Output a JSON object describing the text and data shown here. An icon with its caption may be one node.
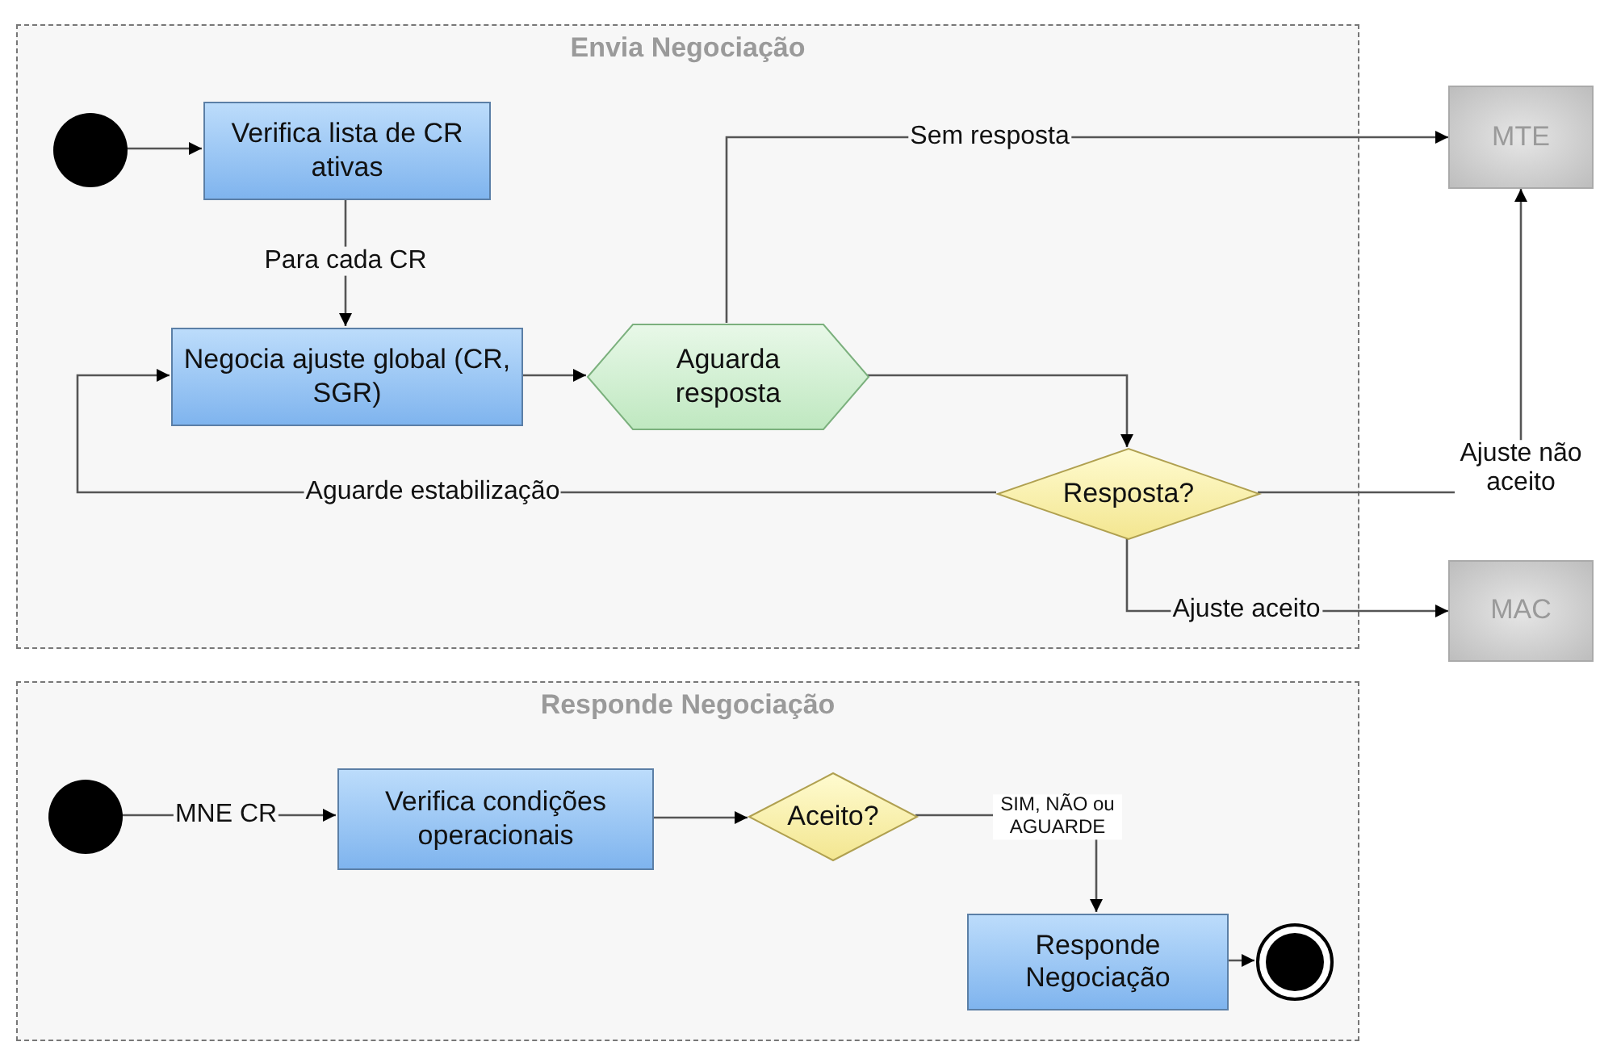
{
  "diagram": {
    "nodes": [
      {
        "text": [
          "Envia Negociação"
        ]
      },
      {
        "text": [],
        "shape": "circle",
        "in": 0
      },
      {
        "text": [
          "Verifica lista de CR ativas"
        ],
        "in": 0
      },
      {
        "text": [
          "Negocia ajuste global (CR, SGR)"
        ],
        "in": 0
      },
      {
        "text": [
          "Aguarda resposta"
        ],
        "in": 0
      },
      {
        "text": [
          "Resposta?"
        ],
        "in": 0
      },
      {
        "text": [
          "MTE"
        ]
      },
      {
        "text": [
          "MAC"
        ]
      },
      {
        "text": [
          "Responde Negociação"
        ]
      },
      {
        "text": [],
        "shape": "circle",
        "in": 8
      },
      {
        "text": [
          "Verifica condições operacionais"
        ],
        "in": 8
      },
      {
        "text": [
          "Aceito?"
        ],
        "in": 8
      },
      {
        "text": [
          "Responde Negociação"
        ],
        "in": 8
      },
      {
        "text": [],
        "shape": "circle",
        "in": 8
      }
    ],
    "edges": [
      {
        "from": 1,
        "to": 2,
        "arrow": "to"
      },
      {
        "from": 2,
        "to": 3,
        "arrow": "to",
        "label": "Para cada CR"
      },
      {
        "from": 3,
        "to": 4,
        "arrow": "to"
      },
      {
        "from": 4,
        "to": 6,
        "arrow": "to",
        "label": "Sem resposta"
      },
      {
        "from": 4,
        "to": 5,
        "arrow": "to"
      },
      {
        "from": 5,
        "to": 3,
        "arrow": "to",
        "label": "Aguarde estabilização"
      },
      {
        "from": 5,
        "to": 6,
        "arrow": "to",
        "label": "Ajuste não aceito"
      },
      {
        "from": 5,
        "to": 7,
        "arrow": "to",
        "label": "Ajuste aceito"
      },
      {
        "from": 9,
        "to": 10,
        "arrow": "to",
        "label": "MNE CR"
      },
      {
        "from": 10,
        "to": 11,
        "arrow": "to"
      },
      {
        "from": 11,
        "to": 12,
        "arrow": "to",
        "label": "SIM, NÃO ou AGUARDE"
      },
      {
        "from": 12,
        "to": 13,
        "arrow": "to"
      }
    ]
  }
}
